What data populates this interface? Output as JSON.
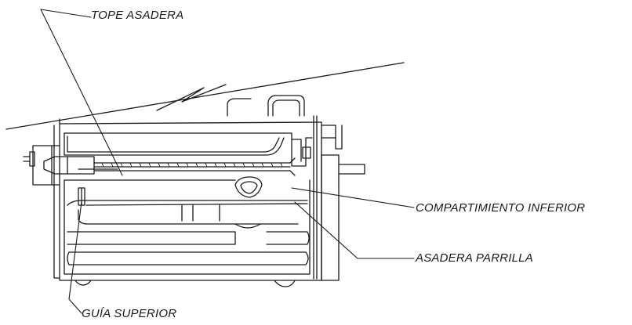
{
  "labels": {
    "tope_asadera": "TOPE ASADERA",
    "compartimiento_inferior": "COMPARTIMIENTO INFERIOR",
    "asadera_parrilla": "ASADERA PARRILLA",
    "guia_superior": "GUÍA SUPERIOR"
  },
  "colors": {
    "line": "#1a1a1a",
    "background": "#ffffff"
  }
}
